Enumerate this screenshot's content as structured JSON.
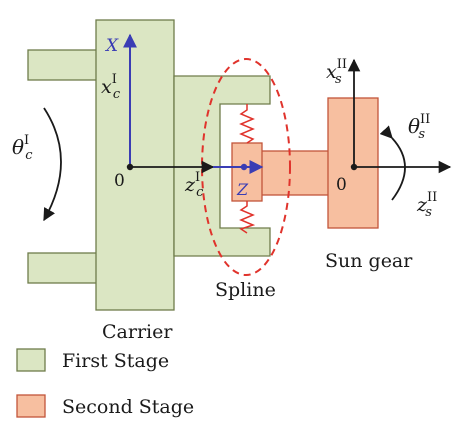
{
  "colors": {
    "first_stage_fill": "#dbe6c3",
    "first_stage_stroke": "#6f7c4b",
    "second_stage_fill": "#f7bfa0",
    "second_stage_stroke": "#c2553a",
    "spring": "#e0332c",
    "dashed_ellipse": "#e0332c",
    "axis": "#1a1a1a",
    "axis_blue": "#3a3db4",
    "label_blue": "#3a3db4"
  },
  "labels": {
    "carrier_x_axis": "X",
    "carrier_x_coord_base": "x",
    "carrier_x_coord_sub": "c",
    "carrier_x_coord_sup": "I",
    "carrier_z_coord_base": "z",
    "carrier_z_coord_sub": "c",
    "carrier_z_coord_sup": "I",
    "carrier_theta_base": "θ",
    "carrier_theta_sub": "c",
    "carrier_theta_sup": "I",
    "carrier_origin": "0",
    "spline_z_axis": "Z",
    "sun_x_coord_base": "x",
    "sun_x_coord_sub": "s",
    "sun_x_coord_sup": "II",
    "sun_z_coord_base": "z",
    "sun_z_coord_sub": "s",
    "sun_z_coord_sup": "II",
    "sun_theta_base": "θ",
    "sun_theta_sub": "s",
    "sun_theta_sup": "II",
    "sun_origin": "0",
    "spline": "Spline",
    "sun_gear": "Sun gear",
    "carrier": "Carrier"
  },
  "legend": [
    {
      "label": "First Stage",
      "color_key": "first_stage_fill"
    },
    {
      "label": "Second Stage",
      "color_key": "second_stage_fill"
    }
  ]
}
